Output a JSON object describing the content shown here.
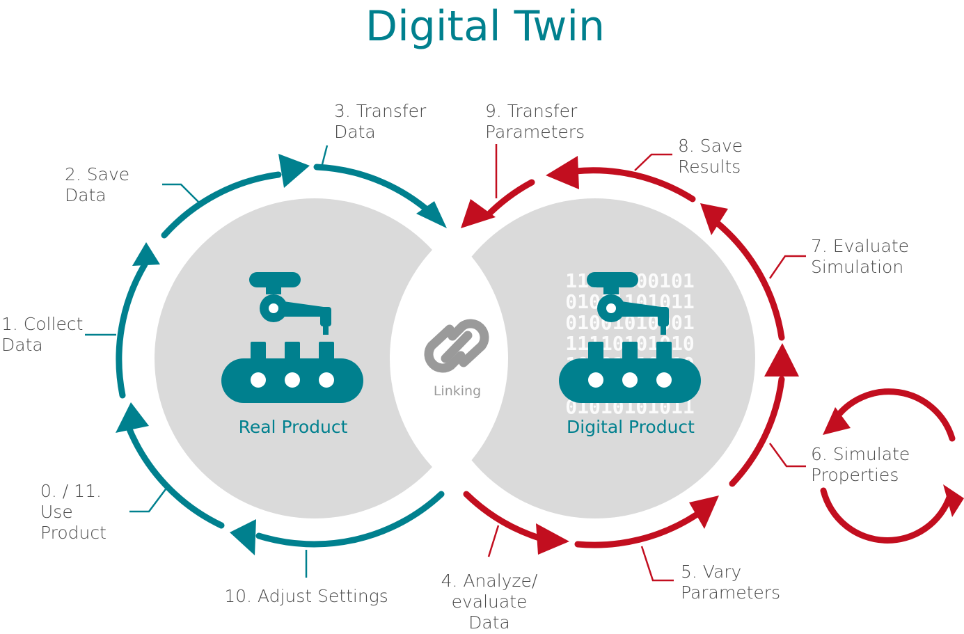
{
  "title": "Digital Twin",
  "real_product": {
    "label": "Real Product"
  },
  "digital_product": {
    "label": "Digital Product",
    "binary_lines": [
      "11010100101",
      "01011101011",
      "01001010001",
      "11110101010",
      "10101010110",
      "01010101011"
    ]
  },
  "linking": {
    "label": "Linking"
  },
  "steps": {
    "s0": [
      "0. / 11.",
      "Use",
      "Product"
    ],
    "s1": [
      "1. Collect",
      "Data"
    ],
    "s2": [
      "2. Save",
      "Data"
    ],
    "s3": [
      "3. Transfer",
      "Data"
    ],
    "s4": [
      "4. Analyze/",
      "evaluate",
      "Data"
    ],
    "s5": [
      "5. Vary",
      "Parameters"
    ],
    "s6": [
      "6. Simulate",
      "Properties"
    ],
    "s7": [
      "7. Evaluate",
      "Simulation"
    ],
    "s8": [
      "8. Save",
      "Results"
    ],
    "s9": [
      "9. Transfer",
      "Parameters"
    ],
    "s10": [
      "10. Adjust Settings"
    ]
  },
  "colors": {
    "teal": "#00808e",
    "red": "#c20e1f",
    "gray_circle": "#dadada",
    "text": "#4a4a4a"
  },
  "icons": {
    "real_product": "robot-arm-conveyor-icon",
    "digital_product": "robot-arm-conveyor-icon",
    "linking": "chain-link-icon"
  }
}
